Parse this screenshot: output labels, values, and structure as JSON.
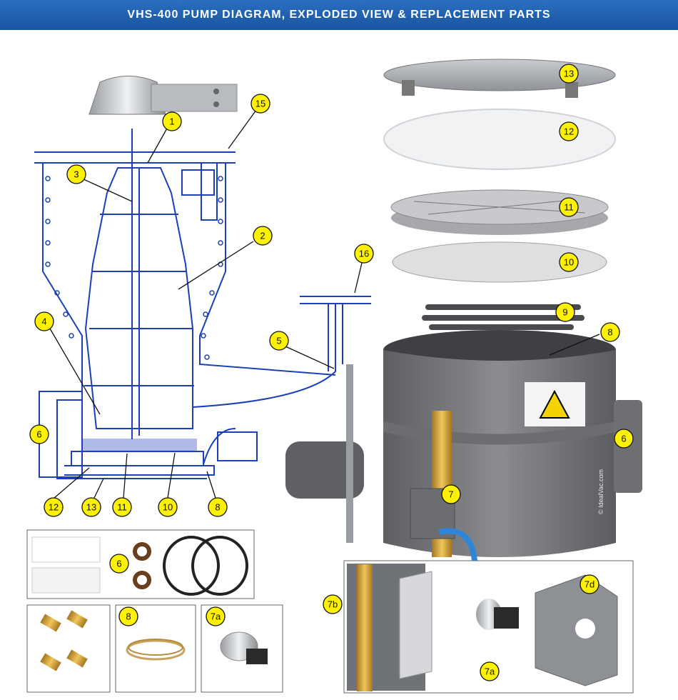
{
  "title": "VHS-400 PUMP DIAGRAM, EXPLODED VIEW & REPLACEMENT PARTS",
  "watermark": "© IdealVac.com",
  "colors": {
    "banner": "#1a54a0",
    "callout_fill": "#fff200",
    "blueprint": "#1d3fb8",
    "steel": "#7d7f83",
    "brass": "#c89a3a"
  },
  "callouts": {
    "c1": "1",
    "c2": "2",
    "c3": "3",
    "c4": "4",
    "c5": "5",
    "c6a": "6",
    "c6b": "6",
    "c6c": "6",
    "c7": "7",
    "c7a_kit": "7a",
    "c7a_detail": "7a",
    "c7b": "7b",
    "c7d": "7d",
    "c8a": "8",
    "c8b": "8",
    "c8c": "8",
    "c9": "9",
    "c10a": "10",
    "c10b": "10",
    "c11a": "11",
    "c11b": "11",
    "c12a": "12",
    "c12b": "12",
    "c13a": "13",
    "c13b": "13",
    "c15": "15",
    "c16": "16"
  }
}
